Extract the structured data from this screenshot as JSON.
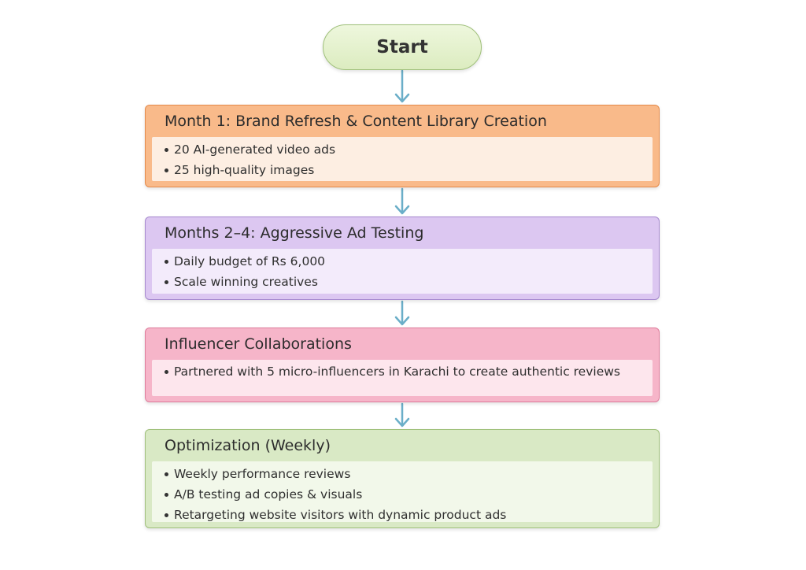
{
  "start": {
    "label": "Start"
  },
  "steps": [
    {
      "title": "Month 1: Brand Refresh & Content Library Creation",
      "items": [
        "20 AI-generated video ads",
        "25 high-quality images"
      ]
    },
    {
      "title": "Months 2–4: Aggressive Ad Testing",
      "items": [
        "Daily budget of Rs 6,000",
        "Scale winning creatives"
      ]
    },
    {
      "title": "Influencer Collaborations",
      "items": [
        "Partnered with 5 micro-influencers in Karachi to create authentic reviews"
      ]
    },
    {
      "title": "Optimization (Weekly)",
      "items": [
        "Weekly performance reviews",
        "A/B testing ad copies & visuals",
        "Retargeting website visitors with dynamic product ads"
      ]
    }
  ],
  "colors": {
    "arrow": "#6aaec8",
    "start_fill": "#e3f0cc",
    "month1_fill": "#f9ba8a",
    "months2_4_fill": "#dcc7f1",
    "influencer_fill": "#f6b5c9",
    "optimization_fill": "#d9e9c5"
  }
}
